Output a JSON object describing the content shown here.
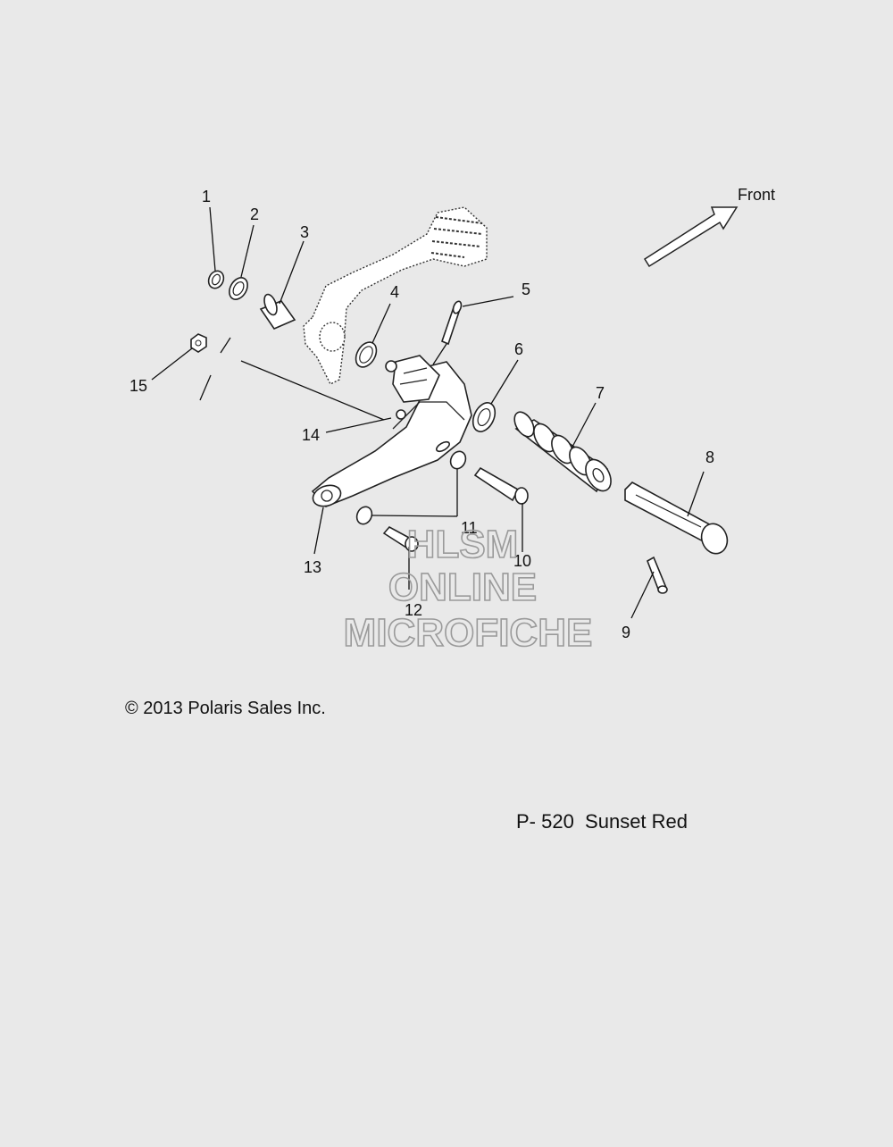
{
  "diagram": {
    "direction_label": "Front",
    "callouts": [
      "1",
      "2",
      "3",
      "4",
      "5",
      "6",
      "7",
      "8",
      "9",
      "10",
      "11",
      "12",
      "13",
      "14",
      "15"
    ]
  },
  "watermark": {
    "line1": "HLSM",
    "line2": "ONLINE",
    "line3": "MICROFICHE"
  },
  "copyright": "© 2013 Polaris Sales Inc.",
  "footer_code": "P- 520  Sunset Red"
}
